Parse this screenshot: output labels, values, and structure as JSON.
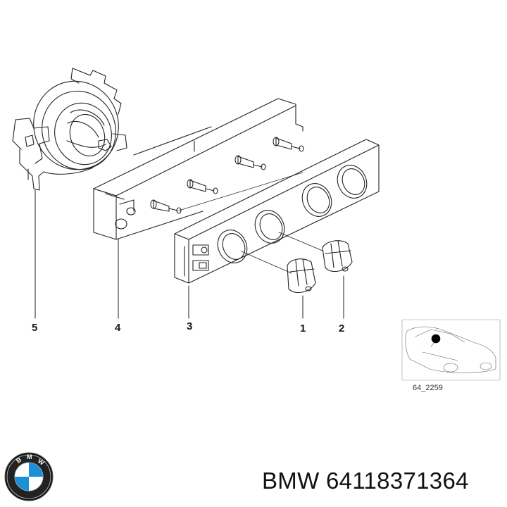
{
  "diagram": {
    "callouts": [
      {
        "id": "5",
        "label": "5",
        "part": "blower-housing"
      },
      {
        "id": "4",
        "label": "4",
        "part": "control-unit-body"
      },
      {
        "id": "3",
        "label": "3",
        "part": "control-panel-faceplate"
      },
      {
        "id": "1",
        "label": "1",
        "part": "knob"
      },
      {
        "id": "2",
        "label": "2",
        "part": "knob"
      }
    ],
    "thumbnail": {
      "code": "64_2259",
      "icon": "car-locator-icon"
    }
  },
  "brand": {
    "text": "BMW 64118371364",
    "logo_icon": "bmw-roundel-icon",
    "logo_text": "BMW",
    "colors": {
      "blue": "#1d8fd6",
      "black": "#111111",
      "white": "#ffffff"
    }
  }
}
